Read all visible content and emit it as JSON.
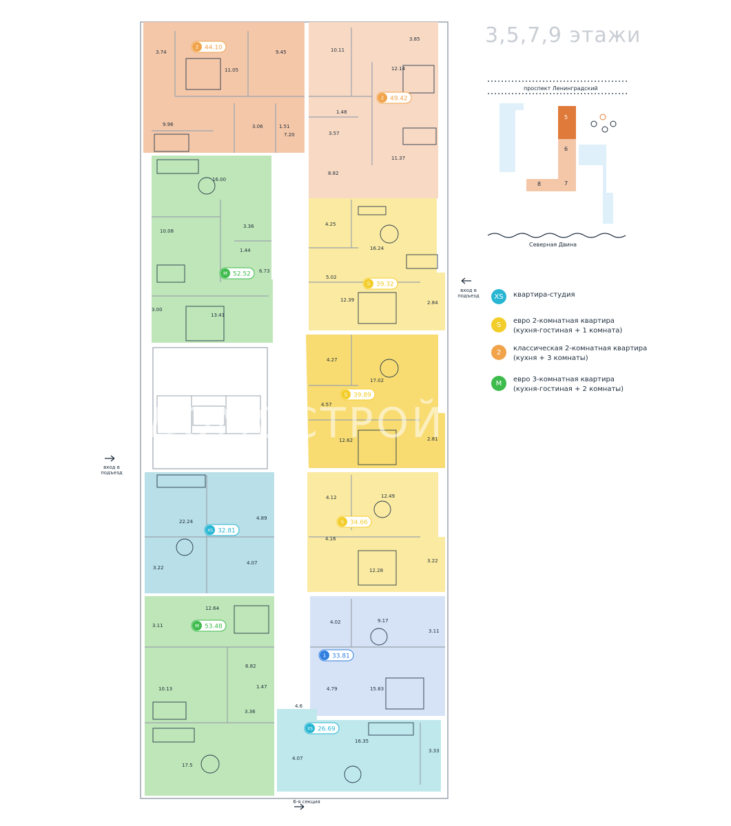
{
  "title": "3,5,7,9 этажи",
  "watermark": "ДОМОСТРОЙ",
  "colors": {
    "orange_fill": "#f4c7a9",
    "orange_light": "#f8d9c4",
    "green_fill": "#bfe6b8",
    "yellow_fill": "#fbeaa1",
    "yellow_dark": "#f8dc72",
    "blue_fill": "#b9dfe8",
    "lightblue_fill": "#d6e2f6",
    "cyan_fill": "#bfe8ec",
    "badge_xs": "#28b6d3",
    "badge_s": "#f3cd2a",
    "badge_2": "#f1a34a",
    "badge_m": "#3dbb4c",
    "badge_1": "#2f7fe0"
  },
  "apartments": [
    {
      "badge": "2",
      "area": "44.10",
      "badge_color": "#f1a34a"
    },
    {
      "badge": "2",
      "area": "49.42",
      "badge_color": "#f1a34a"
    },
    {
      "badge": "M",
      "area": "52.52",
      "badge_color": "#3dbb4c"
    },
    {
      "badge": "S",
      "area": "39.32",
      "badge_color": "#f3cd2a"
    },
    {
      "badge": "S",
      "area": "39.89",
      "badge_color": "#f3cd2a"
    },
    {
      "badge": "XS",
      "area": "32.81",
      "badge_color": "#28b6d3"
    },
    {
      "badge": "S",
      "area": "34.66",
      "badge_color": "#f3cd2a"
    },
    {
      "badge": "M",
      "area": "53.48",
      "badge_color": "#3dbb4c"
    },
    {
      "badge": "1",
      "area": "33.81",
      "badge_color": "#2f7fe0"
    },
    {
      "badge": "XS",
      "area": "26.69",
      "badge_color": "#28b6d3"
    }
  ],
  "room_areas": [
    "3.74",
    "9.45",
    "11.05",
    "10.11",
    "3.85",
    "12.14",
    "9.96",
    "3.06",
    "1.51",
    "7.20",
    "1.48",
    "3.57",
    "11.37",
    "8.82",
    "16.00",
    "3.36",
    "10.08",
    "1.44",
    "6.73",
    "3.00",
    "13.41",
    "4.25",
    "16.24",
    "5.02",
    "12.39",
    "2.84",
    "4.27",
    "17.02",
    "4.57",
    "12.62",
    "2.81",
    "22.24",
    "4.89",
    "3.22",
    "4.07",
    "4.12",
    "12.49",
    "4.16",
    "12.28",
    "3.22",
    "12.64",
    "3.11",
    "6.82",
    "10.13",
    "1.47",
    "3.36",
    "17.5",
    "4.02",
    "9.17",
    "3.11",
    "4.79",
    "15.83",
    "4.6",
    "4.07",
    "16.35",
    "3.33"
  ],
  "entrances": {
    "right": "вход в\nподъезд",
    "left": "вход в\nподъезд",
    "bottom": "6-я секция"
  },
  "minimap": {
    "street": "проспект Ленинградский",
    "river": "Северная Двина",
    "sections": [
      "5",
      "6",
      "7",
      "8"
    ],
    "active_section": "5"
  },
  "legend": [
    {
      "badge": "XS",
      "color": "#28b6d3",
      "text": "квартира-студия"
    },
    {
      "badge": "S",
      "color": "#f3cd2a",
      "text": "евро 2-комнатная квартира\n(кухня-гостиная + 1 комната)"
    },
    {
      "badge": "2",
      "color": "#f1a34a",
      "text": "классическая 2-комнатная квартира\n(кухня + 3 комнаты)"
    },
    {
      "badge": "M",
      "color": "#3dbb4c",
      "text": "евро 3-комнатная квартира\n(кухня-гостиная + 2 комнаты)"
    }
  ]
}
